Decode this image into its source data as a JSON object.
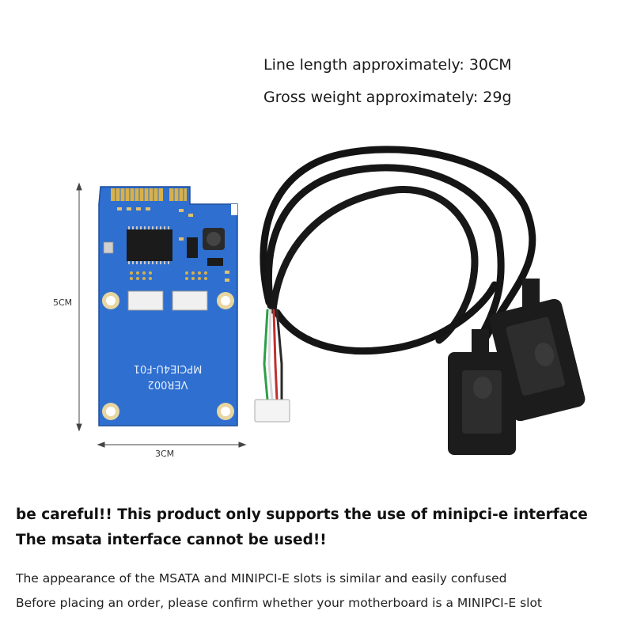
{
  "specs": {
    "line_length": "Line length approximately: 30CM",
    "gross_weight": "Gross weight approximately: 29g"
  },
  "dimensions": {
    "height": "5CM",
    "width": "3CM"
  },
  "board": {
    "silkscreen_model": "MPCIE4U-F01",
    "silkscreen_version": "VER002"
  },
  "warning": {
    "line1": "be careful!! This product only supports the use of minipci-e interface",
    "line2": "The msata interface cannot be used!!"
  },
  "notes": {
    "line1": "The appearance of the MSATA and MINIPCI-E slots is similar and easily confused",
    "line2": "Before placing an order, please confirm whether your motherboard is a MINIPCI-E slot"
  },
  "colors": {
    "pcb_blue": "#2f6fd0",
    "cable_black": "#141414",
    "connector_black": "#1c1c1c"
  }
}
